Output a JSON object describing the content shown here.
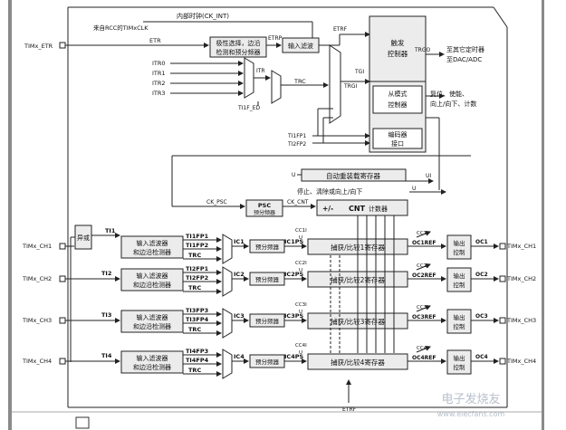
{
  "signals": {
    "internal_clock": "内部时钟(CK_INT)",
    "rcc_clock": "来自RCC的TIMxCLK",
    "etr": "ETR",
    "etrp": "ETRP",
    "etrf": "ETRF",
    "itr": "ITR",
    "itr0": "ITR0",
    "itr1": "ITR1",
    "itr2": "ITR2",
    "itr3": "ITR3",
    "tif_ed": "TI1F_ED",
    "trc": "TRC",
    "tgi": "TGI",
    "trgi": "TRGI",
    "trgo": "TRGO",
    "ti1fp1_enc": "TI1FP1",
    "ti2fp2_enc": "TI2FP2",
    "ck_psc": "CK_PSC",
    "ck_cnt": "CK_CNT",
    "u_reload": "U",
    "ui": "UI",
    "u_stop": "U",
    "u_cc1": "U",
    "u_cc2": "U",
    "u_cc3": "U",
    "u_cc4": "U"
  },
  "pins": {
    "etr": "TIMx_ETR",
    "in": [
      "TIMx_CH1",
      "TIMx_CH2",
      "TIMx_CH3",
      "TIMx_CH4"
    ],
    "out": [
      "TIMx_CH1",
      "TIMx_CH2",
      "TIMx_CH3",
      "TIMx_CH4"
    ]
  },
  "blocks": {
    "etr_filter_l1": "极性选择，边沿",
    "etr_filter_l2": "检测和预分频器",
    "input_filter": "输入滤波",
    "trigger_l1": "触发",
    "trigger_l2": "控制器",
    "slave_l1": "从模式",
    "slave_l2": "控制器",
    "encoder_l1": "编码器",
    "encoder_l2": "接口",
    "trgo_out_l1": "至其它定时器",
    "trgo_out_l2": "至DAC/ADC",
    "reset_l1": "复位、使能、",
    "reset_l2": "向上/向下、计数",
    "auto_reload": "自动重装载寄存器",
    "stop_clear": "停止、清除或向上/向下",
    "psc_l1": "PSC",
    "psc_l2": "预分频器",
    "cnt_sign": "+/-",
    "cnt_bold": "CNT",
    "cnt_rest": "计数器",
    "xor": "异或",
    "ti1": "TI1"
  },
  "channels": [
    {
      "ti": "TI1",
      "filter_l1": "输入滤波器",
      "filter_l2": "和边沿检测器",
      "fp_a": "TI1FP1",
      "fp_b": "TI1FP2",
      "trc": "TRC",
      "ic": "IC1",
      "icps": "IC1PS",
      "prescaler": "预分频器",
      "cc_event": "CC1I",
      "capture": "捕获/比较1寄存器",
      "ref": "OC1REF",
      "cc_flag": "CC1I",
      "output_l1": "输出",
      "output_l2": "控制",
      "oc": "OC1"
    },
    {
      "ti": "TI2",
      "filter_l1": "输入滤波器",
      "filter_l2": "和边沿检测器",
      "fp_a": "TI2FP1",
      "fp_b": "TI2FP2",
      "trc": "TRC",
      "ic": "IC2",
      "icps": "IC2PS",
      "prescaler": "预分频器",
      "cc_event": "CC2I",
      "capture": "捕获/比较2寄存器",
      "ref": "OC2REF",
      "cc_flag": "CC2I",
      "output_l1": "输出",
      "output_l2": "控制",
      "oc": "OC2"
    },
    {
      "ti": "TI3",
      "filter_l1": "输入滤波器",
      "filter_l2": "和边沿检测器",
      "fp_a": "TI3FP3",
      "fp_b": "TI3FP4",
      "trc": "TRC",
      "ic": "IC3",
      "icps": "IC3PS",
      "prescaler": "预分频器",
      "cc_event": "CC3I",
      "capture": "捕获/比较3寄存器",
      "ref": "OC3REF",
      "cc_flag": "CC3I",
      "output_l1": "输出",
      "output_l2": "控制",
      "oc": "OC3"
    },
    {
      "ti": "TI4",
      "filter_l1": "输入滤波器",
      "filter_l2": "和边沿检测器",
      "fp_a": "TI4FP3",
      "fp_b": "TI4FP4",
      "trc": "TRC",
      "ic": "IC4",
      "icps": "IC4PS",
      "prescaler": "预分频器",
      "cc_event": "CC4I",
      "capture": "捕获/比较4寄存器",
      "ref": "OC4REF",
      "cc_flag": "CC4I",
      "output_l1": "输出",
      "output_l2": "控制",
      "oc": "OC4"
    }
  ],
  "bottom_etrf": "ETRF",
  "watermark_l1": "电子发烧友",
  "watermark_l2": "www.elecfans.com"
}
